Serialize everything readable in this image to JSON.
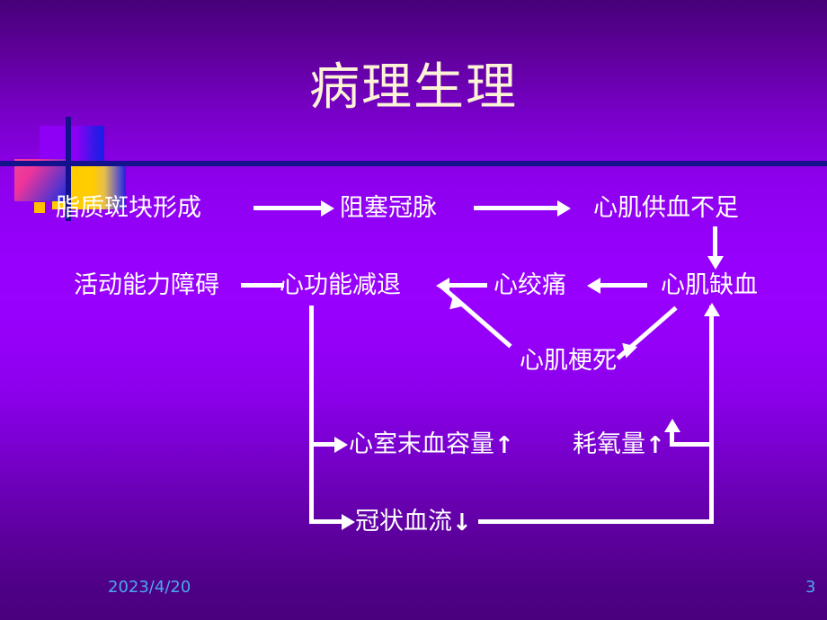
{
  "slide": {
    "title": "病理生理",
    "title_color": "#fdf3d6",
    "background_top_color": "#470079",
    "background_mid_color": "#9900ff",
    "background_bottom_color": "#4a007e",
    "divider_color": "#13128c",
    "connector_color": "#ffffff",
    "bullet_color": "#ffc000"
  },
  "flow": {
    "nodes": [
      {
        "id": "n1",
        "label": "脂质斑块形成"
      },
      {
        "id": "n2",
        "label": "阻塞冠脉"
      },
      {
        "id": "n3",
        "label": "心肌供血不足"
      },
      {
        "id": "n4",
        "label": "心肌缺血"
      },
      {
        "id": "n5",
        "label": "心绞痛"
      },
      {
        "id": "n6",
        "label": "心功能减退"
      },
      {
        "id": "n7",
        "label": "活动能力障碍"
      },
      {
        "id": "n8",
        "label": "心肌梗死"
      },
      {
        "id": "n9",
        "label": "心室末血容量",
        "trend": "↑"
      },
      {
        "id": "n10",
        "label": "耗氧量",
        "trend": "↑"
      },
      {
        "id": "n11",
        "label": "冠状血流",
        "trend": "↓"
      }
    ]
  },
  "footer": {
    "date": "2023/4/20",
    "page": "3"
  }
}
